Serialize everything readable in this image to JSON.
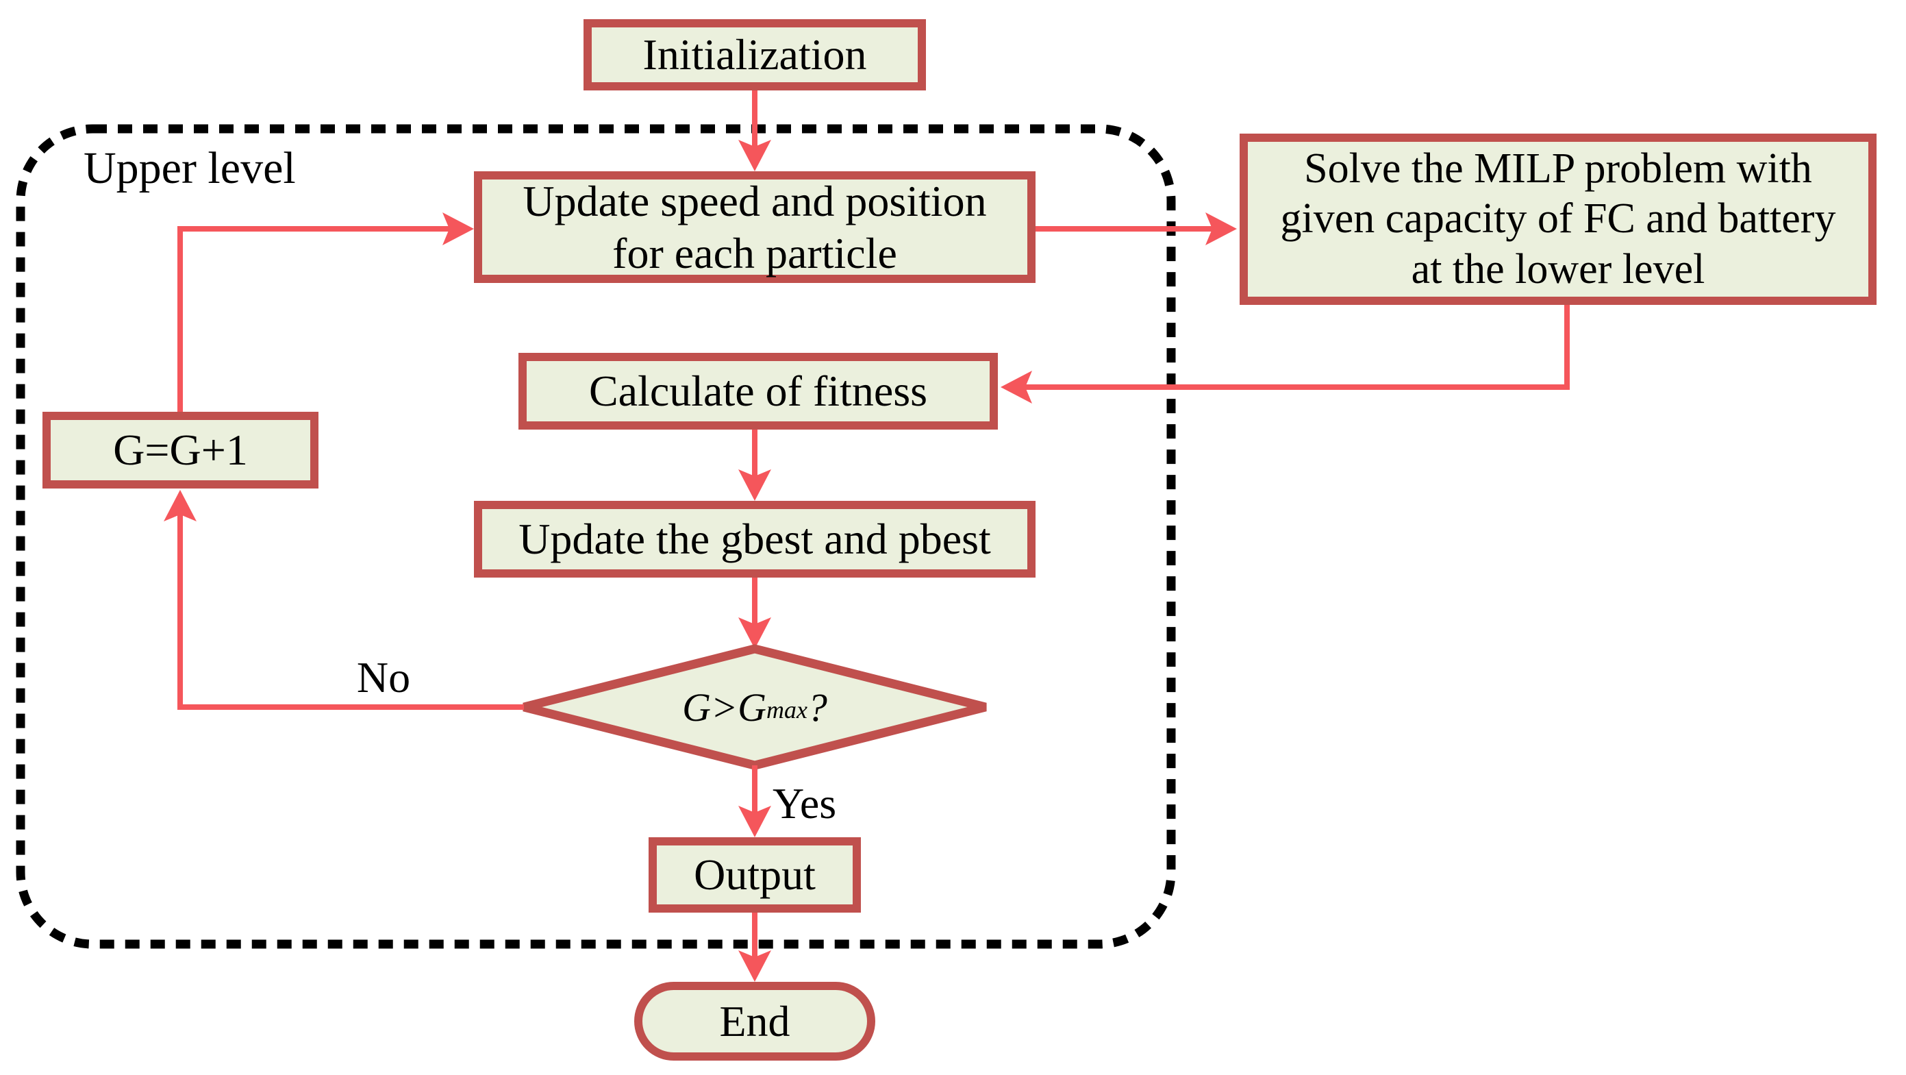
{
  "colors": {
    "node_border": "#c0504d",
    "node_fill": "#ebf0dd",
    "arrow": "#f5565b",
    "dashed_border": "#000000",
    "text": "#000000",
    "bg": "#ffffff"
  },
  "region": {
    "label": "Upper level"
  },
  "nodes": {
    "initialization": {
      "label": "Initialization"
    },
    "update_speed": {
      "lines": [
        "Update speed and position",
        "for each particle"
      ]
    },
    "milp": {
      "lines": [
        "Solve the MILP problem with",
        "given capacity of FC and battery",
        "at the lower level"
      ]
    },
    "calculate": {
      "label": "Calculate of fitness"
    },
    "update_best": {
      "label": "Update the gbest and pbest"
    },
    "decision": {
      "prefix": "G>G",
      "sub": "max",
      "suffix": "?"
    },
    "increment": {
      "label": "G=G+1"
    },
    "output": {
      "label": "Output"
    },
    "end": {
      "label": "End"
    }
  },
  "branch_labels": {
    "yes": "Yes",
    "no": "No"
  }
}
